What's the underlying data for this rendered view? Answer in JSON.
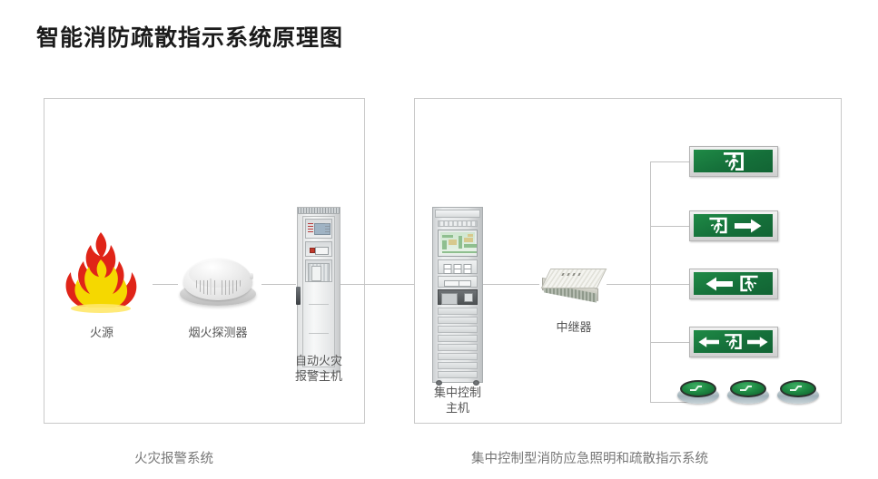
{
  "page": {
    "title": "智能消防疏散指示系统原理图",
    "background_color": "#ffffff"
  },
  "colors": {
    "title_text": "#1b1b1b",
    "panel_border": "#c9c9c9",
    "connector_line": "#c2c2c2",
    "sign_green": "#15703a",
    "sign_green_light": "#1f8a46",
    "fire_red": "#e02418",
    "fire_yellow": "#f5d800",
    "label_text": "#555555",
    "caption_text": "#777777"
  },
  "left_panel": {
    "caption": "火灾报警系统",
    "devices": [
      {
        "name": "fire-source",
        "label": "火源",
        "icon": "flame-icon"
      },
      {
        "name": "smoke-detector",
        "label": "烟火探测器",
        "icon": "smoke-detector-icon"
      },
      {
        "name": "fire-alarm-host",
        "label_line1": "自动火灾",
        "label_line2": "报警主机",
        "icon": "fire-alarm-cabinet-icon"
      }
    ]
  },
  "right_panel": {
    "caption": "集中控制型消防应急照明和疏散指示系统",
    "devices": [
      {
        "name": "central-control-host",
        "label_line1": "集中控制",
        "label_line2": "主机",
        "icon": "control-cabinet-icon"
      },
      {
        "name": "repeater",
        "label": "中继器",
        "icon": "repeater-icon"
      }
    ],
    "exit_signs": [
      {
        "name": "exit-sign-1",
        "icon": "running-man-door-icon",
        "arrows": "none"
      },
      {
        "name": "exit-sign-2",
        "icon": "running-man-door-icon",
        "arrows": "right"
      },
      {
        "name": "exit-sign-3",
        "icon": "running-man-door-icon",
        "arrows": "left"
      },
      {
        "name": "exit-sign-4",
        "icon": "running-man-door-icon",
        "arrows": "left-right"
      }
    ],
    "ceiling_lights": [
      {
        "name": "ceiling-light-1",
        "icon": "emergency-ceiling-light-icon"
      },
      {
        "name": "ceiling-light-2",
        "icon": "emergency-ceiling-light-icon"
      },
      {
        "name": "ceiling-light-3",
        "icon": "emergency-ceiling-light-icon"
      }
    ]
  }
}
